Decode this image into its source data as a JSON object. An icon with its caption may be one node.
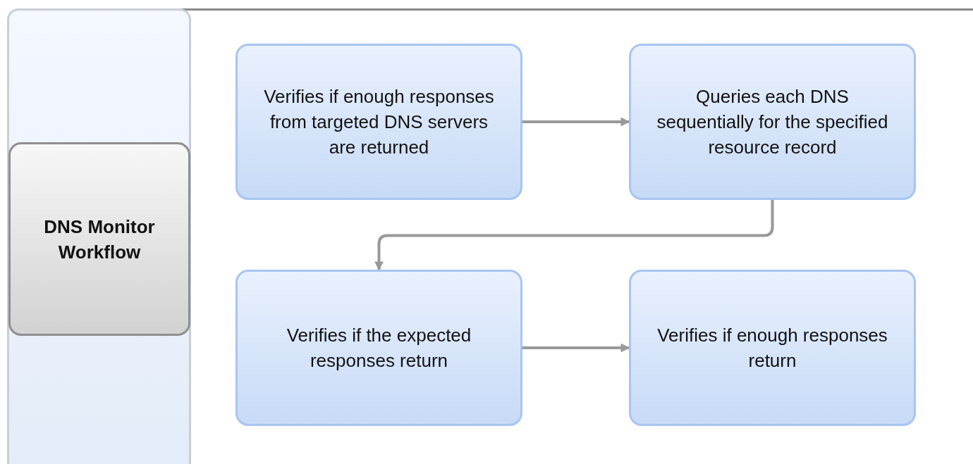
{
  "diagram": {
    "nodes": [
      {
        "text": [
          "DNS Monitor Workflow"
        ]
      },
      {
        "text": [
          "Verifies if enough responses from targeted DNS servers are returned"
        ]
      },
      {
        "text": [
          "Queries each DNS sequentially for the specified resource record"
        ]
      },
      {
        "text": [
          "Verifies if the expected responses return"
        ]
      },
      {
        "text": [
          "Verifies if enough responses return"
        ]
      }
    ],
    "edges": [
      {
        "from": 1,
        "to": 2,
        "arrow": "to"
      },
      {
        "from": 2,
        "to": 3,
        "arrow": "to"
      },
      {
        "from": 3,
        "to": 4,
        "arrow": "to"
      }
    ]
  }
}
